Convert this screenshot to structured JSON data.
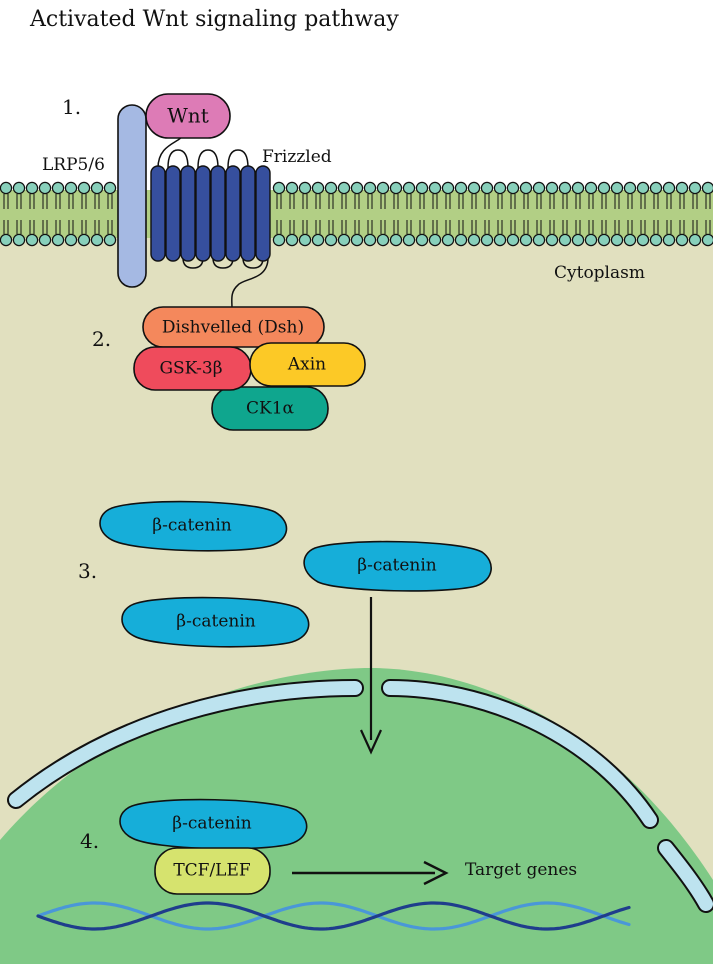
{
  "title": "Activated Wnt signaling pathway",
  "steps": [
    "1.",
    "2.",
    "3.",
    "4."
  ],
  "labels": {
    "lrp": "LRP5/6",
    "frizzled": "Frizzled",
    "cytoplasm": "Cytoplasm",
    "target_genes": "Target genes"
  },
  "proteins": {
    "wnt": "Wnt",
    "dsh": "Dishvelled (Dsh)",
    "gsk": "GSK-3β",
    "axin": "Axin",
    "ck1": "CK1α",
    "bcat": "β-catenin",
    "tcf": "TCF/LEF"
  },
  "colors": {
    "cytoplasm": "#e1e0bf",
    "nucleus": "#7fc986",
    "nuclear_envelope": "#bde3ef",
    "lipid_head": "#88d0bb",
    "lipid_band": "#b2cf85",
    "lrp": "#a5b9e3",
    "frizzled": "#364f9e",
    "wnt": "#dd7bb6",
    "dsh": "#f4885c",
    "gsk": "#ef4b5c",
    "axin": "#fcc926",
    "ck1": "#0fa68e",
    "bcat": "#16aed9",
    "tcf": "#d6e36e",
    "dna_dark": "#1f3d8c",
    "dna_light": "#4a97d8"
  }
}
